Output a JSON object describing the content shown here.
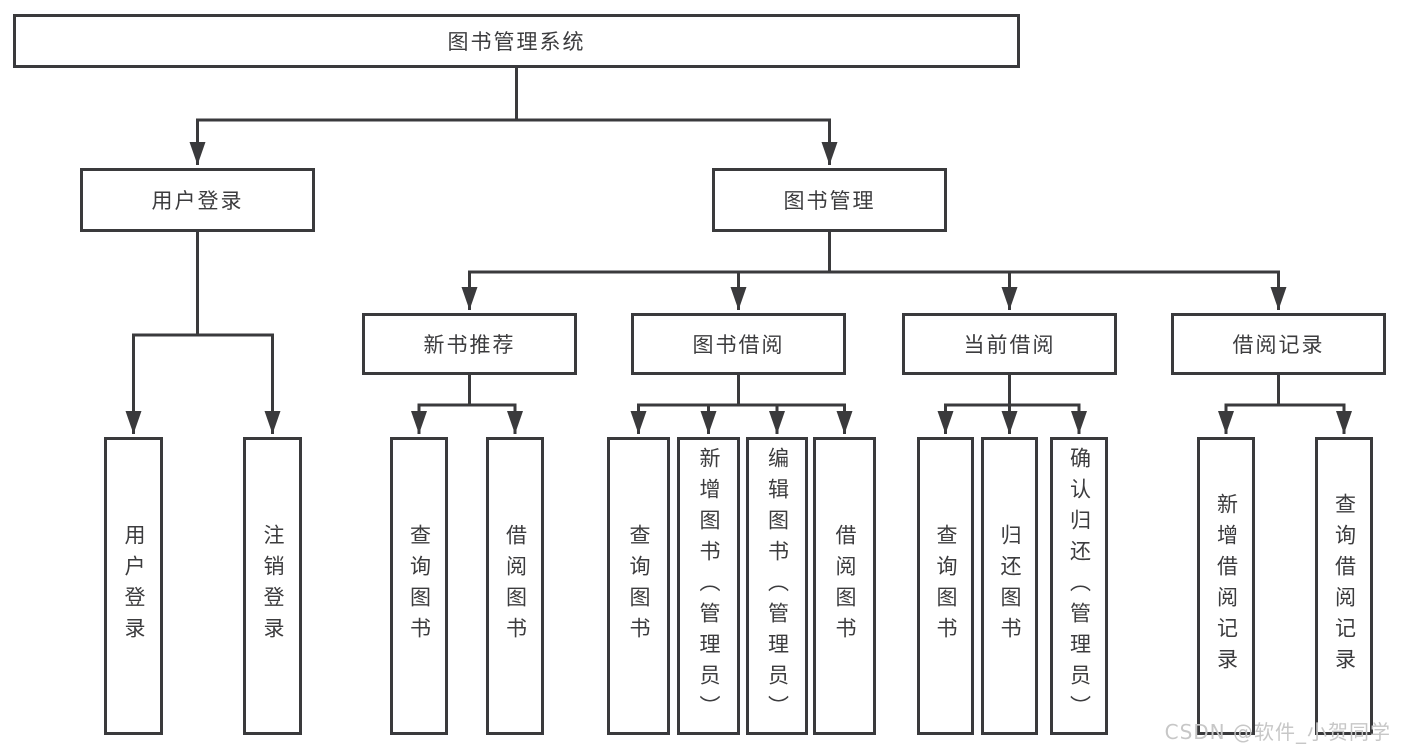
{
  "diagram": {
    "root": {
      "label": "图书管理系统"
    },
    "branches": [
      {
        "label": "用户登录",
        "children": [
          {
            "label": "用户登录"
          },
          {
            "label": "注销登录"
          }
        ]
      },
      {
        "label": "图书管理",
        "children": [
          {
            "label": "新书推荐",
            "children": [
              {
                "label": "查询图书"
              },
              {
                "label": "借阅图书"
              }
            ]
          },
          {
            "label": "图书借阅",
            "children": [
              {
                "label": "查询图书"
              },
              {
                "label": "新增图书（管理员）"
              },
              {
                "label": "编辑图书（管理员）"
              },
              {
                "label": "借阅图书"
              }
            ]
          },
          {
            "label": "当前借阅",
            "children": [
              {
                "label": "查询图书"
              },
              {
                "label": "归还图书"
              },
              {
                "label": "确认归还（管理员）"
              }
            ]
          },
          {
            "label": "借阅记录",
            "children": [
              {
                "label": "新增借阅记录"
              },
              {
                "label": "查询借阅记录"
              }
            ]
          }
        ]
      }
    ]
  },
  "watermark": {
    "text": "CSDN @软件_小贺同学"
  },
  "colors": {
    "line": "#3a3a3c",
    "text": "#3c3c3e",
    "background": "#ffffff",
    "watermark": "#c7c7c7"
  }
}
